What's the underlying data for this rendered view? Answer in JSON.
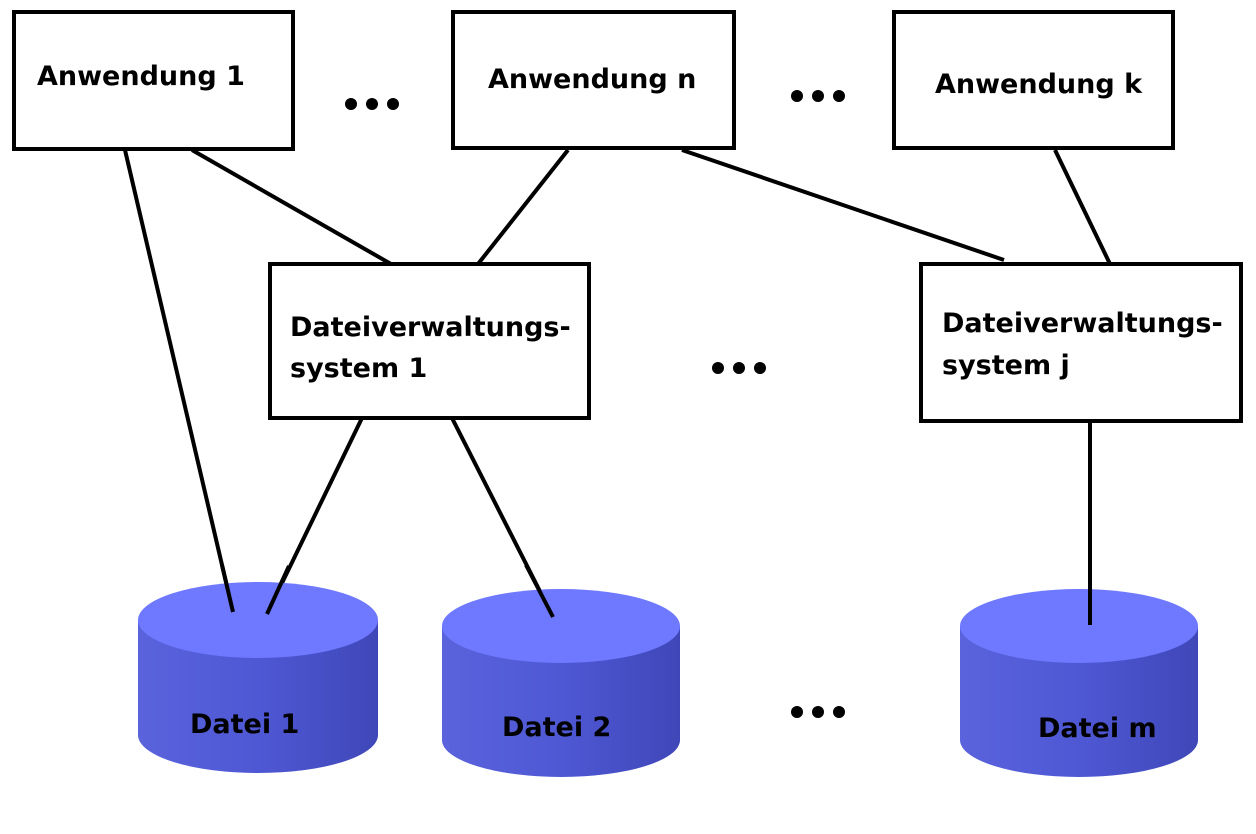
{
  "applications": [
    {
      "id": "app1",
      "label": "Anwendung 1"
    },
    {
      "id": "appn",
      "label": "Anwendung n"
    },
    {
      "id": "appk",
      "label": "Anwendung k"
    }
  ],
  "file_systems": [
    {
      "id": "fs1",
      "line1": "Dateiverwaltungs-",
      "line2": "system 1"
    },
    {
      "id": "fsj",
      "line1": "Dateiverwaltungs-",
      "line2": "system j"
    }
  ],
  "files": [
    {
      "id": "d1",
      "label": "Datei 1"
    },
    {
      "id": "d2",
      "label": "Datei 2"
    },
    {
      "id": "dm",
      "label": "Datei m"
    }
  ],
  "connections": [
    [
      "app1",
      "d1"
    ],
    [
      "app1",
      "fs1"
    ],
    [
      "appn",
      "fs1"
    ],
    [
      "appn",
      "fsj"
    ],
    [
      "appk",
      "fsj"
    ],
    [
      "fs1",
      "d1"
    ],
    [
      "fs1",
      "d2"
    ],
    [
      "fsj",
      "dm"
    ]
  ],
  "colors": {
    "cylinder_top": "#6f79ff",
    "cylinder_side": "#4e57d1",
    "line": "#000000"
  }
}
